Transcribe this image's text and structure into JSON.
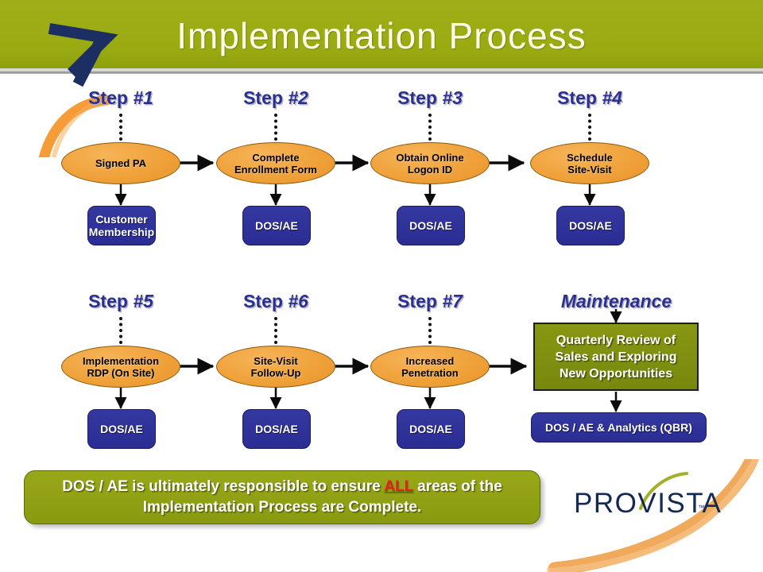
{
  "header": {
    "title": "Implementation Process",
    "band_color": "#9aab14",
    "title_color": "#fdfde8",
    "logo_icon": "provista-chevron-logo-icon"
  },
  "theme": {
    "accent_olive": "#9aab14",
    "ellipse_orange": "#efa038",
    "box_navy": "#2b2f9e",
    "label_blue": "#2b2f8f",
    "alert_red": "#e8201a"
  },
  "flow": {
    "row1": [
      {
        "step_word": "Step ",
        "step_num": "#1",
        "process": "Signed PA",
        "owner": "Customer\nMembership",
        "owner_line1": "Customer",
        "owner_line2": "Membership"
      },
      {
        "step_word": "Step ",
        "step_num": "#2",
        "process_line1": "Complete",
        "process_line2": "Enrollment Form",
        "owner": "DOS/AE"
      },
      {
        "step_word": "Step ",
        "step_num": "#3",
        "process_line1": "Obtain Online",
        "process_line2": "Logon ID",
        "owner": "DOS/AE"
      },
      {
        "step_word": "Step ",
        "step_num": "#4",
        "process_line1": "Schedule",
        "process_line2": "Site-Visit",
        "owner": "DOS/AE"
      }
    ],
    "row2": [
      {
        "step_word": "Step ",
        "step_num": "#5",
        "process_line1": "Implementation",
        "process_line2": "RDP (On Site)",
        "owner": "DOS/AE"
      },
      {
        "step_word": "Step ",
        "step_num": "#6",
        "process_line1": "Site-Visit",
        "process_line2": "Follow-Up",
        "owner": "DOS/AE"
      },
      {
        "step_word": "Step ",
        "step_num": "#7",
        "process_line1": "Increased",
        "process_line2": "Penetration",
        "owner": "DOS/AE"
      }
    ],
    "maintenance": {
      "label": "Maintenance",
      "box_line1": "Quarterly Review of",
      "box_line2": "Sales and Exploring",
      "box_line3": "New Opportunities",
      "owner": "DOS / AE & Analytics (QBR)"
    }
  },
  "callout": {
    "text_before": "DOS / AE is ultimately responsible to ensure ",
    "emphasis": "ALL",
    "text_after": " areas of the Implementation Process are Complete."
  },
  "brand": {
    "wordmark": "PROVISTA",
    "trademark": "™"
  }
}
